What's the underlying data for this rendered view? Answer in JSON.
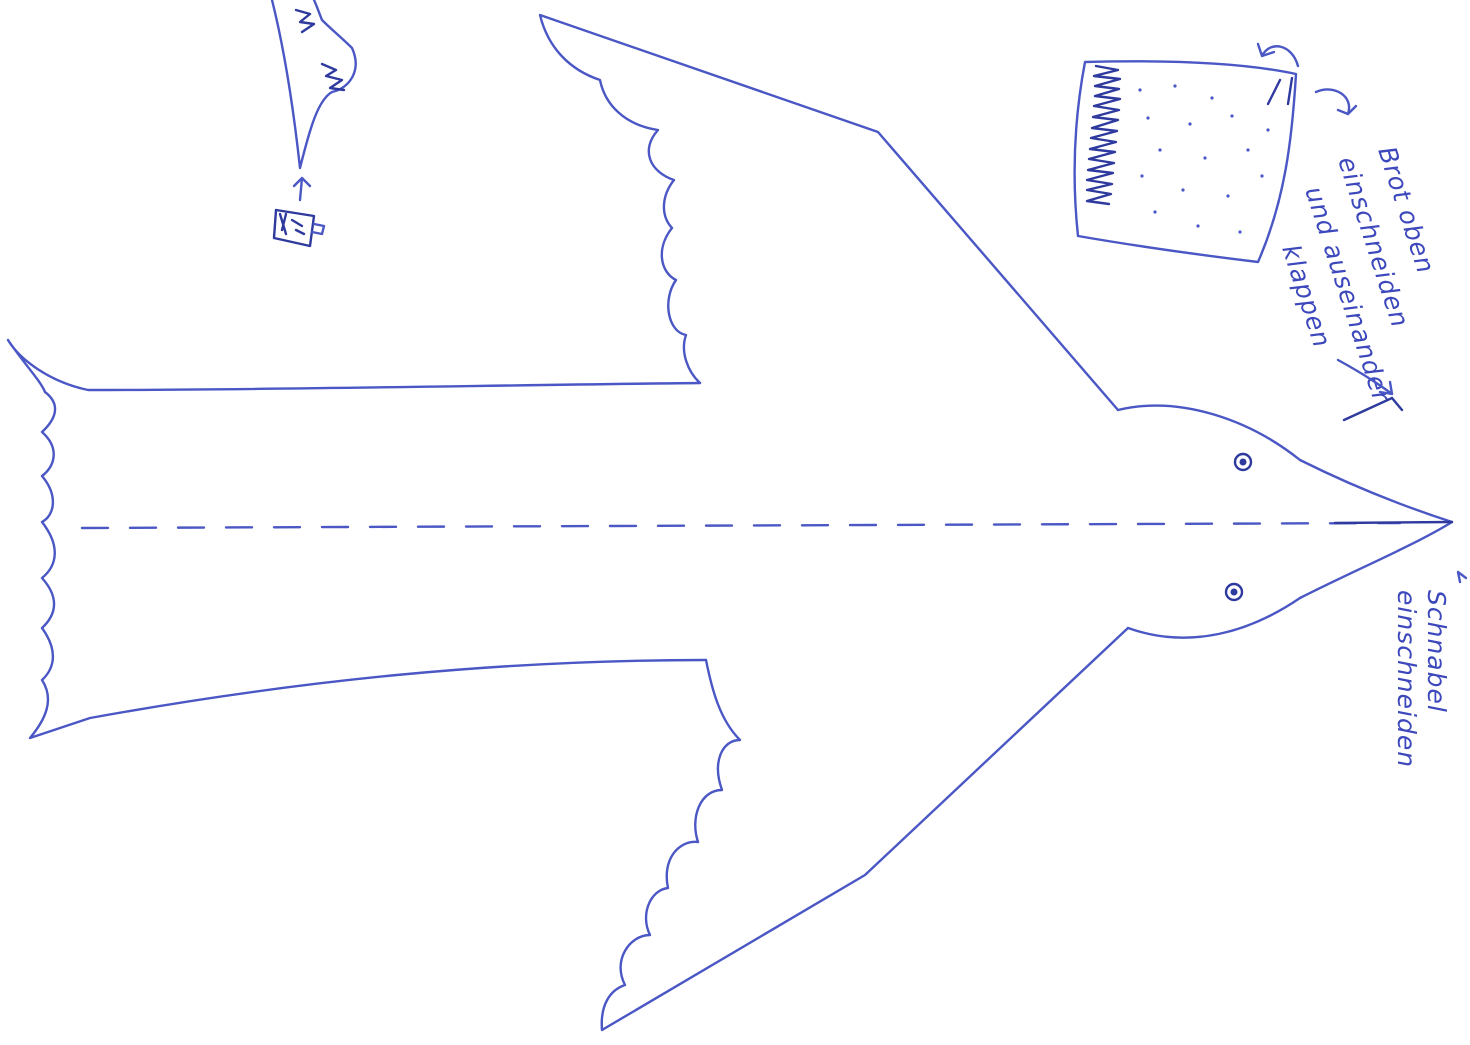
{
  "instructions": {
    "bread_lines": [
      "Brot oben",
      "einschneiden",
      "und auseinander",
      "klappen"
    ],
    "beak_lines": [
      "Schnabel",
      "einschneiden"
    ]
  },
  "colors": {
    "ink": "#4a57c4",
    "ink_dark": "#2f3a9e",
    "paper": "#ffffff"
  }
}
